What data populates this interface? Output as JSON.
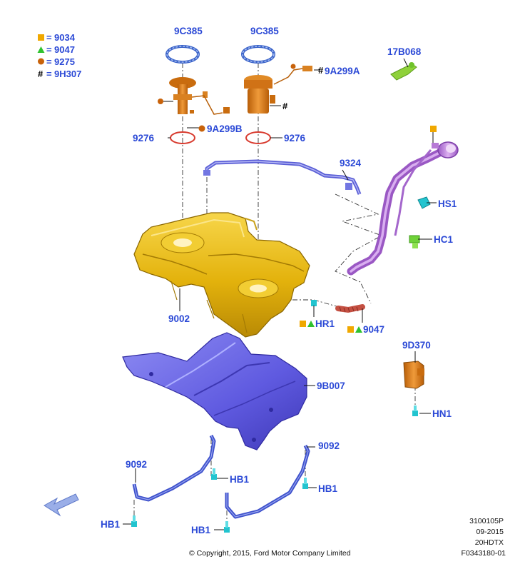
{
  "legend": [
    {
      "symbol": "square",
      "color": "#f0a800",
      "label": "9034"
    },
    {
      "symbol": "triangle",
      "color": "#2fc22f",
      "label": "9047"
    },
    {
      "symbol": "circle",
      "color": "#c8620a",
      "label": "9275"
    },
    {
      "symbol": "hash",
      "color": "#000000",
      "label": "9H307"
    }
  ],
  "legend_eq": "=",
  "hash_glyph": "#",
  "parts": {
    "ring_left": "9C385",
    "ring_right": "9C385",
    "sender_left": "9A299B",
    "sender_right": "9A299A",
    "seal_left": "9276",
    "seal_right": "9276",
    "clip_17b068": "17B068",
    "vent_line": "9324",
    "clip_hs1": "HS1",
    "clip_hc1": "HC1",
    "tank": "9002",
    "hr1": "HR1",
    "hose_9047": "9047",
    "valve": "9D370",
    "hn1": "HN1",
    "shield": "9B007",
    "strap_left": "9092",
    "strap_right": "9092",
    "hb1_a": "HB1",
    "hb1_b": "HB1",
    "hb1_c": "HB1",
    "hb1_d": "HB1"
  },
  "reference": [
    "3100105P",
    "09-2015",
    "20HDTX",
    "F0343180-01"
  ],
  "copyright": "© Copyright, 2015, Ford Motor Company Limited",
  "colors": {
    "label_blue": "#2b49d6",
    "tank_yellow": "#e7b90f",
    "shield_blue": "#6a66e6",
    "strap_blue": "#4f63da",
    "fuel_orange": "#d77a14",
    "filler_purple": "#b77ad6",
    "vent_blue": "#7276e2",
    "hose_red": "#c45042",
    "clip_cyan": "#22c4cf",
    "clip_green": "#6fd238",
    "arrow_blue": "#9aaee8",
    "seal_red": "#d83a2e"
  }
}
